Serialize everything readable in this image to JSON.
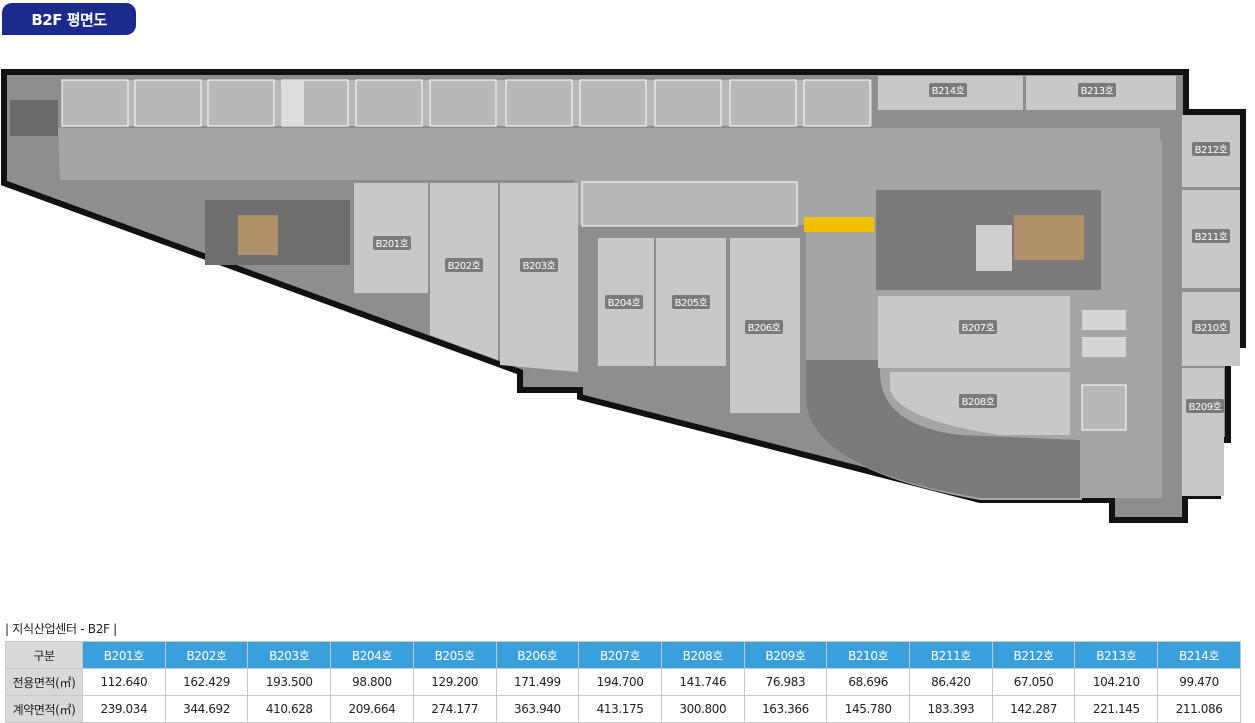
{
  "title": "B2F 평면도",
  "units": [
    "B201호",
    "B202호",
    "B203호",
    "B204호",
    "B205호",
    "B206호",
    "B207호",
    "B208호",
    "B209호",
    "B210호",
    "B211호",
    "B212호",
    "B213호",
    "B214호"
  ],
  "table": {
    "caption": "| 지식산업센터 - B2F |",
    "corner": "구분",
    "rows": [
      {
        "label": "전용면적(㎡)",
        "values": [
          "112.640",
          "162.429",
          "193.500",
          "98.800",
          "129.200",
          "171.499",
          "194.700",
          "141.746",
          "76.983",
          "68.696",
          "86.420",
          "67.050",
          "104.210",
          "99.470"
        ]
      },
      {
        "label": "계약면적(㎡)",
        "values": [
          "239.034",
          "344.692",
          "410.628",
          "209.664",
          "274.177",
          "363.940",
          "413.175",
          "300.800",
          "163.366",
          "145.780",
          "183.393",
          "142.287",
          "221.145",
          "211.086"
        ]
      }
    ]
  },
  "colors": {
    "badge": "#1b2a8c",
    "header": "#3aa0dc",
    "plan_fill": "#9a9a9a",
    "wall": "#111111"
  }
}
